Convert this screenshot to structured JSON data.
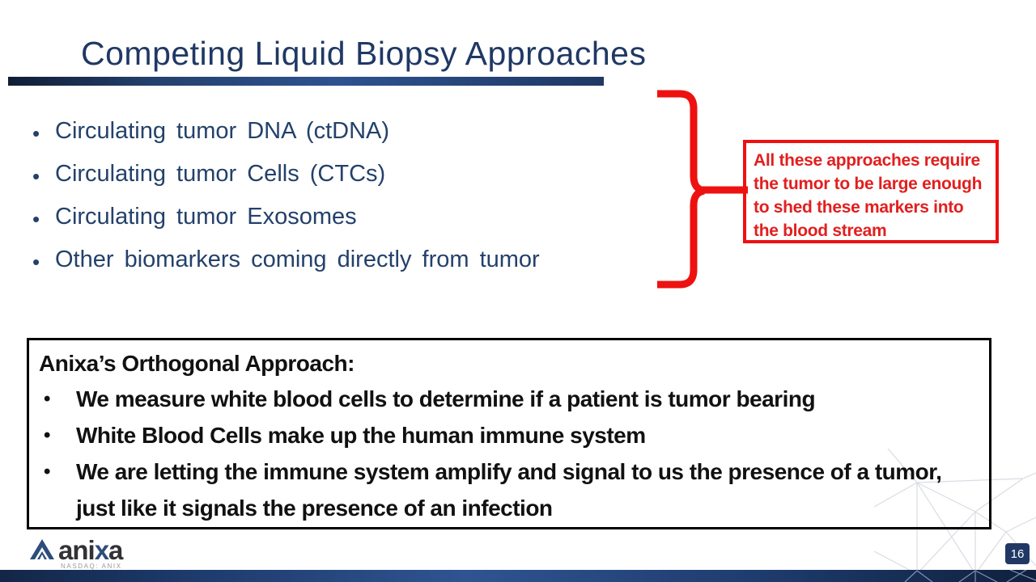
{
  "slide": {
    "title": "Competing Liquid Biopsy Approaches",
    "page_number": "16",
    "bullet_char": "•"
  },
  "bullets": {
    "items": [
      "Circulating tumor DNA (ctDNA)",
      "Circulating tumor Cells (CTCs)",
      "Circulating tumor Exosomes",
      "Other biomarkers coming directly from tumor"
    ]
  },
  "callout": {
    "lines": [
      "All these approaches require",
      "the tumor to be large enough",
      "to shed these markers into",
      "the blood stream"
    ]
  },
  "approach_box": {
    "heading": "Anixa’s Orthogonal Approach:",
    "items": [
      "We measure white blood cells to determine if a patient is tumor bearing",
      "White Blood Cells make up the human immune system",
      "We are letting the immune system amplify and signal to us the presence of a tumor, just like it signals the presence of an infection"
    ]
  },
  "footer": {
    "brand_prefix": "ani",
    "brand_x": "x",
    "brand_suffix": "a",
    "ticker": "NASDAQ: ANIX"
  },
  "colors": {
    "title_navy": "#1F3864",
    "bullet_navy": "#24416B",
    "accent_red": "#EE1111",
    "red_text": "#E31E1E",
    "bar_navy": "#1d3a6b",
    "box_black": "#000000",
    "logo_blue": "#2E4D7B",
    "logo_charcoal": "#323236"
  }
}
